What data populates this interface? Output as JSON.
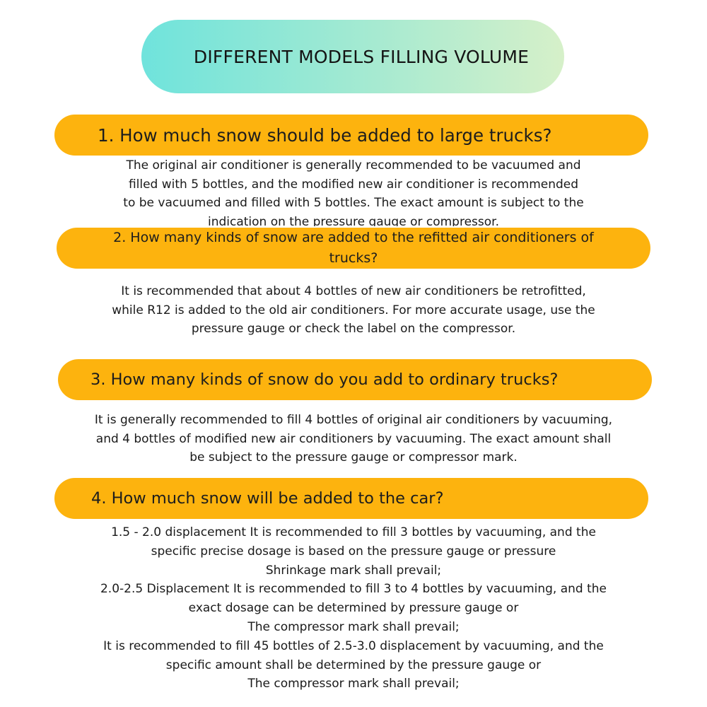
{
  "header": {
    "title": "DIFFERENT MODELS FILLING VOLUME"
  },
  "sections": [
    {
      "question": "1. How much snow should be added to large trucks?",
      "answer_lines": [
        "The original air conditioner is generally recommended to be vacuumed and",
        "filled with 5 bottles, and the modified new air conditioner is recommended",
        "to be vacuumed and filled with 5 bottles. The exact amount is subject to the",
        "indication on the pressure gauge or compressor."
      ]
    },
    {
      "question_lines": [
        "2. How many kinds of snow are added to the refitted air conditioners of",
        "trucks?"
      ],
      "answer_lines": [
        "It is recommended that about 4 bottles of new air conditioners be retrofitted,",
        "while R12 is added to the old air conditioners. For more accurate usage, use the",
        "pressure gauge or check the label on the compressor."
      ]
    },
    {
      "question": "3. How many kinds of snow do you add to ordinary trucks?",
      "answer_lines": [
        "It is generally recommended to fill 4 bottles of original air conditioners by vacuuming,",
        "and 4 bottles of modified new air conditioners by vacuuming. The exact amount shall",
        "be subject to the pressure gauge or compressor mark."
      ]
    },
    {
      "question": "4. How much snow will be added to the car?",
      "answer_lines": [
        "1.5 - 2.0 displacement It is recommended to fill 3 bottles by vacuuming, and the",
        "specific precise dosage is based on the pressure gauge or pressure",
        "Shrinkage mark shall prevail;",
        "2.0-2.5 Displacement It is recommended to fill 3 to 4 bottles by vacuuming, and the",
        "exact dosage can be determined by pressure gauge or",
        "The compressor mark shall prevail;",
        "It is recommended to fill 45 bottles of 2.5-3.0 displacement by vacuuming, and the",
        "specific amount shall be determined by the pressure gauge or",
        "The compressor mark shall prevail;"
      ]
    }
  ],
  "colors": {
    "question_bar": "#fdb30e",
    "title_gradient_start": "#6fe3dc",
    "title_gradient_end": "#d6f0c9",
    "text": "#1a1a1a"
  }
}
